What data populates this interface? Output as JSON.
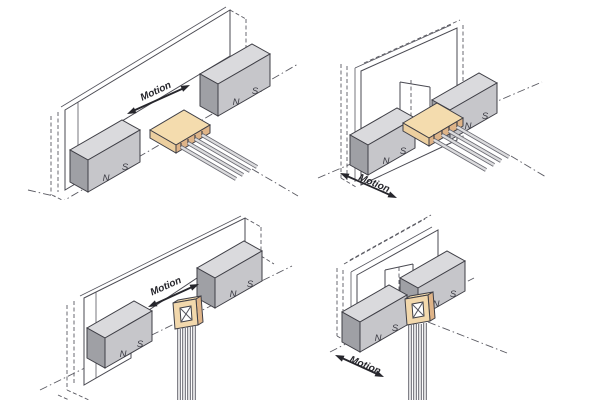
{
  "colors": {
    "background": "#ffffff",
    "outline": "#3f3f46",
    "hidden_line": "#5a5a62",
    "magnet_top": "#dadadd",
    "magnet_front": "#c6c6ca",
    "magnet_side": "#9fa0a5",
    "sensor_top": "#f4dcae",
    "sensor_front": "#eccf9f",
    "sensor_side": "#dfb488",
    "sensor_face": "#f2d8ac",
    "element_window": "#ffffff",
    "lead_fill": "#dcdcde",
    "lead_outline": "#6a6a72",
    "arrow": "#26262c"
  },
  "panels": [
    {
      "position": "top-left",
      "motion_label": "Motion",
      "magnet_left": {
        "n": "N",
        "s": "S"
      },
      "magnet_right": {
        "n": "N",
        "s": "S"
      }
    },
    {
      "position": "top-right",
      "motion_label": "Motion",
      "magnet_left": {
        "n": "N",
        "s": "S"
      },
      "magnet_right": {
        "n": "N",
        "s": "S"
      }
    },
    {
      "position": "bottom-left",
      "motion_label": "Motion",
      "magnet_left": {
        "n": "N",
        "s": "S"
      },
      "magnet_right": {
        "n": "N",
        "s": "S"
      }
    },
    {
      "position": "bottom-right",
      "motion_label": "Motion",
      "magnet_left": {
        "n": "N",
        "s": "S"
      },
      "magnet_right": {
        "n": "N",
        "s": "S"
      }
    }
  ]
}
